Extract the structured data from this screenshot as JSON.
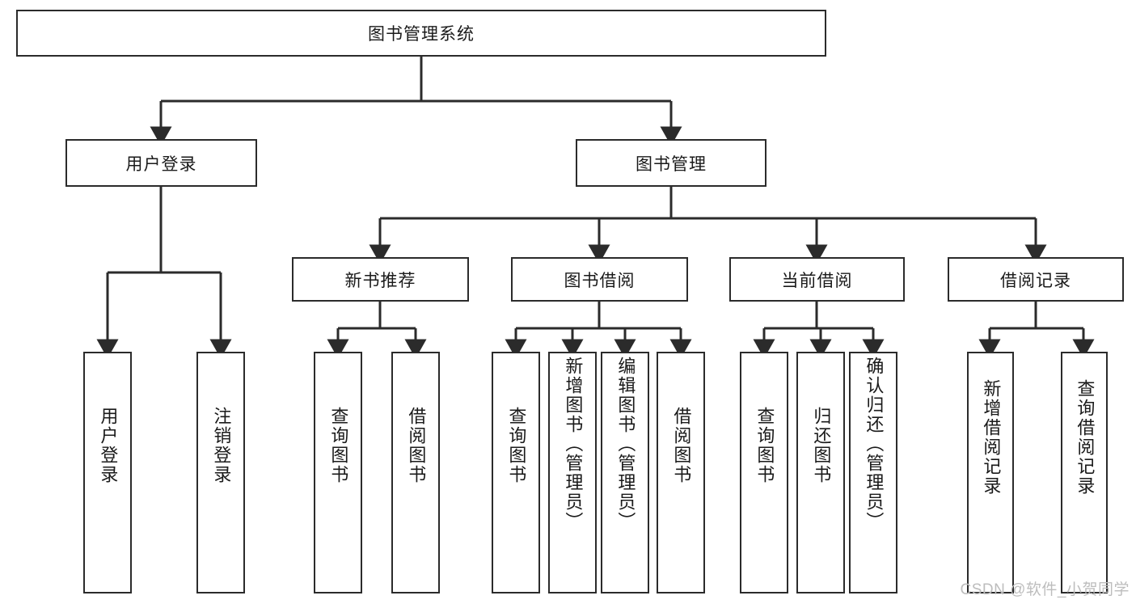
{
  "diagram": {
    "title": "图书管理系统",
    "watermark": "CSDN @软件_小贺同学",
    "colors": {
      "stroke": "#2b2b2b",
      "fill": "#ffffff",
      "text": "#1a1a1a",
      "watermark": "#bdbdbd"
    },
    "nodes": {
      "root": {
        "label": "图书管理系统"
      },
      "level2": [
        {
          "id": "user-login",
          "label": "用户登录"
        },
        {
          "id": "book-manage",
          "label": "图书管理"
        }
      ],
      "level3": [
        {
          "id": "new-book-recommend",
          "label": "新书推荐"
        },
        {
          "id": "book-borrow",
          "label": "图书借阅"
        },
        {
          "id": "current-borrow",
          "label": "当前借阅"
        },
        {
          "id": "borrow-record",
          "label": "借阅记录"
        }
      ],
      "level4": [
        {
          "id": "leaf-user-login",
          "label": "用户登录",
          "parent": "user-login"
        },
        {
          "id": "leaf-logout-login",
          "label": "注销登录",
          "parent": "user-login"
        },
        {
          "id": "leaf-query-book-1",
          "label": "查询图书",
          "parent": "new-book-recommend"
        },
        {
          "id": "leaf-borrow-book-1",
          "label": "借阅图书",
          "parent": "new-book-recommend"
        },
        {
          "id": "leaf-query-book-2",
          "label": "查询图书",
          "parent": "book-borrow"
        },
        {
          "id": "leaf-add-book",
          "label": "新增图书（管理员）",
          "parent": "book-borrow"
        },
        {
          "id": "leaf-edit-book",
          "label": "编辑图书（管理员）",
          "parent": "book-borrow"
        },
        {
          "id": "leaf-borrow-book-2",
          "label": "借阅图书",
          "parent": "book-borrow"
        },
        {
          "id": "leaf-query-book-3",
          "label": "查询图书",
          "parent": "current-borrow"
        },
        {
          "id": "leaf-return-book",
          "label": "归还图书",
          "parent": "current-borrow"
        },
        {
          "id": "leaf-confirm-return",
          "label": "确认归还（管理员）",
          "parent": "current-borrow"
        },
        {
          "id": "leaf-add-record",
          "label": "新增借阅记录",
          "parent": "borrow-record"
        },
        {
          "id": "leaf-query-record",
          "label": "查询借阅记录",
          "parent": "borrow-record"
        }
      ]
    }
  }
}
